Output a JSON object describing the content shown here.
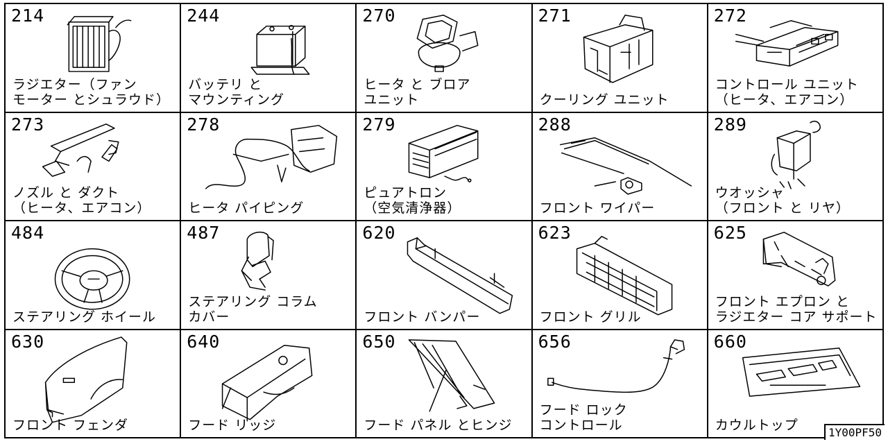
{
  "parts": [
    {
      "number": "214",
      "label_lines": [
        "ラジエター（ファン",
        "モーター とシュラウド）"
      ],
      "icon": "radiator-icon"
    },
    {
      "number": "244",
      "label_lines": [
        "バッテリ と",
        "マウンティング"
      ],
      "icon": "battery-icon"
    },
    {
      "number": "270",
      "label_lines": [
        "ヒータ と ブロア",
        "ユニット"
      ],
      "icon": "heater-blower-icon"
    },
    {
      "number": "271",
      "label_lines": [
        "クーリング ユニット"
      ],
      "icon": "cooling-unit-icon"
    },
    {
      "number": "272",
      "label_lines": [
        "コントロール ユニット",
        "（ヒータ、エアコン）"
      ],
      "icon": "control-unit-icon"
    },
    {
      "number": "273",
      "label_lines": [
        "ノズル と ダクト",
        "（ヒータ、エアコン）"
      ],
      "icon": "nozzle-duct-icon"
    },
    {
      "number": "278",
      "label_lines": [
        "ヒータ パイピング"
      ],
      "icon": "heater-piping-icon"
    },
    {
      "number": "279",
      "label_lines": [
        "ピュアトロン",
        "（空気清浄器）"
      ],
      "icon": "air-purifier-icon"
    },
    {
      "number": "288",
      "label_lines": [
        "フロント ワイパー"
      ],
      "icon": "wiper-icon"
    },
    {
      "number": "289",
      "label_lines": [
        "ウオッシャ",
        "（フロント と リヤ）"
      ],
      "icon": "washer-tank-icon"
    },
    {
      "number": "484",
      "label_lines": [
        "ステアリング ホイール"
      ],
      "icon": "steering-wheel-icon"
    },
    {
      "number": "487",
      "label_lines": [
        "ステアリング コラム",
        "カバー"
      ],
      "icon": "column-cover-icon"
    },
    {
      "number": "620",
      "label_lines": [
        "フロント バンパー"
      ],
      "icon": "bumper-icon"
    },
    {
      "number": "623",
      "label_lines": [
        "フロント グリル"
      ],
      "icon": "grille-icon"
    },
    {
      "number": "625",
      "label_lines": [
        "フロント エプロン と",
        "ラジエター コア サポート"
      ],
      "icon": "apron-icon"
    },
    {
      "number": "630",
      "label_lines": [
        "フロント フェンダ"
      ],
      "icon": "fender-icon"
    },
    {
      "number": "640",
      "label_lines": [
        "フード リッジ"
      ],
      "icon": "hood-ledge-icon"
    },
    {
      "number": "650",
      "label_lines": [
        "フード パネル とヒンジ"
      ],
      "icon": "hood-panel-icon"
    },
    {
      "number": "656",
      "label_lines": [
        "フード ロック",
        "コントロール"
      ],
      "icon": "hood-lock-cable-icon"
    },
    {
      "number": "660",
      "label_lines": [
        "カウルトップ"
      ],
      "icon": "cowl-top-icon"
    }
  ],
  "figure_code": "1Y00PF50"
}
